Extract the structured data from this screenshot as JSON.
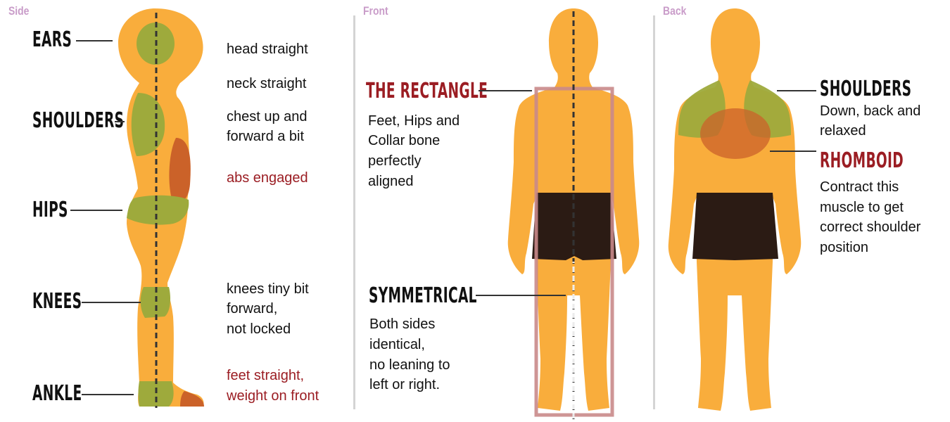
{
  "colors": {
    "body": "#f9ad3c",
    "highlight_green": "#9eaa3c",
    "highlight_brown": "#cb6229",
    "shorts": "#2b1b14",
    "label_dark": "#111111",
    "label_red": "#9b1d23",
    "section_label": "#c99cc9",
    "rectangle_outline": "#c98a8a",
    "divider": "#d4d4d4"
  },
  "side": {
    "section_label": "Side",
    "labels": {
      "ears": "EARS",
      "shoulders": "SHOULDERS",
      "hips": "HIPS",
      "knees": "KNEES",
      "ankle": "ANKLE"
    },
    "notes": {
      "head": "head straight",
      "neck": "neck straight",
      "chest_line1": "chest up and",
      "chest_line2": "forward a bit",
      "abs": "abs engaged",
      "knees_line1": "knees tiny bit",
      "knees_line2": "forward,",
      "knees_line3": "not locked",
      "feet_line1": "feet straight,",
      "feet_line2": "weight on front"
    }
  },
  "front": {
    "section_label": "Front",
    "rectangle": {
      "title": "THE RECTANGLE",
      "line1": "Feet, Hips and",
      "line2": "Collar bone",
      "line3": "perfectly",
      "line4": "aligned"
    },
    "symmetrical": {
      "title": "SYMMETRICAL",
      "line1": "Both sides",
      "line2": "identical,",
      "line3": "no leaning to",
      "line4": "left or right."
    }
  },
  "back": {
    "section_label": "Back",
    "shoulders": {
      "title": "SHOULDERS",
      "line1": "Down, back and",
      "line2": "relaxed"
    },
    "rhomboid": {
      "title": "RHOMBOID",
      "line1": "Contract this",
      "line2": "muscle to get",
      "line3": "correct shoulder",
      "line4": "position"
    }
  }
}
